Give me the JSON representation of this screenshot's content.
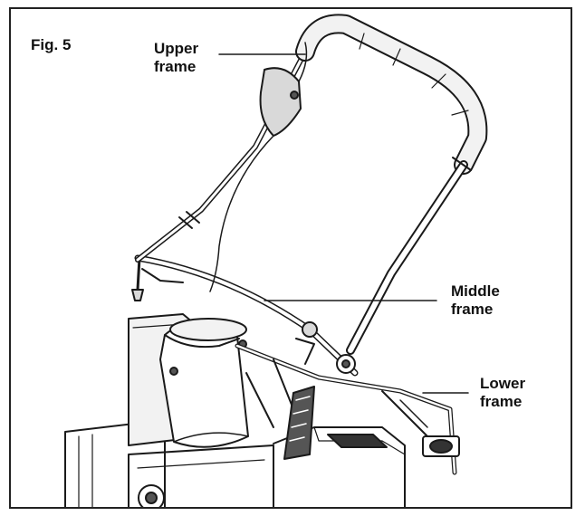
{
  "figure": {
    "label": "Fig. 5",
    "callouts": {
      "upper": "Upper\nframe",
      "middle": "Middle\nframe",
      "lower": "Lower\nframe"
    }
  },
  "colors": {
    "line": "#1a1a1a",
    "fill_light": "#f2f2f2",
    "fill_mid": "#d9d9d9",
    "fill_dark": "#555555"
  }
}
